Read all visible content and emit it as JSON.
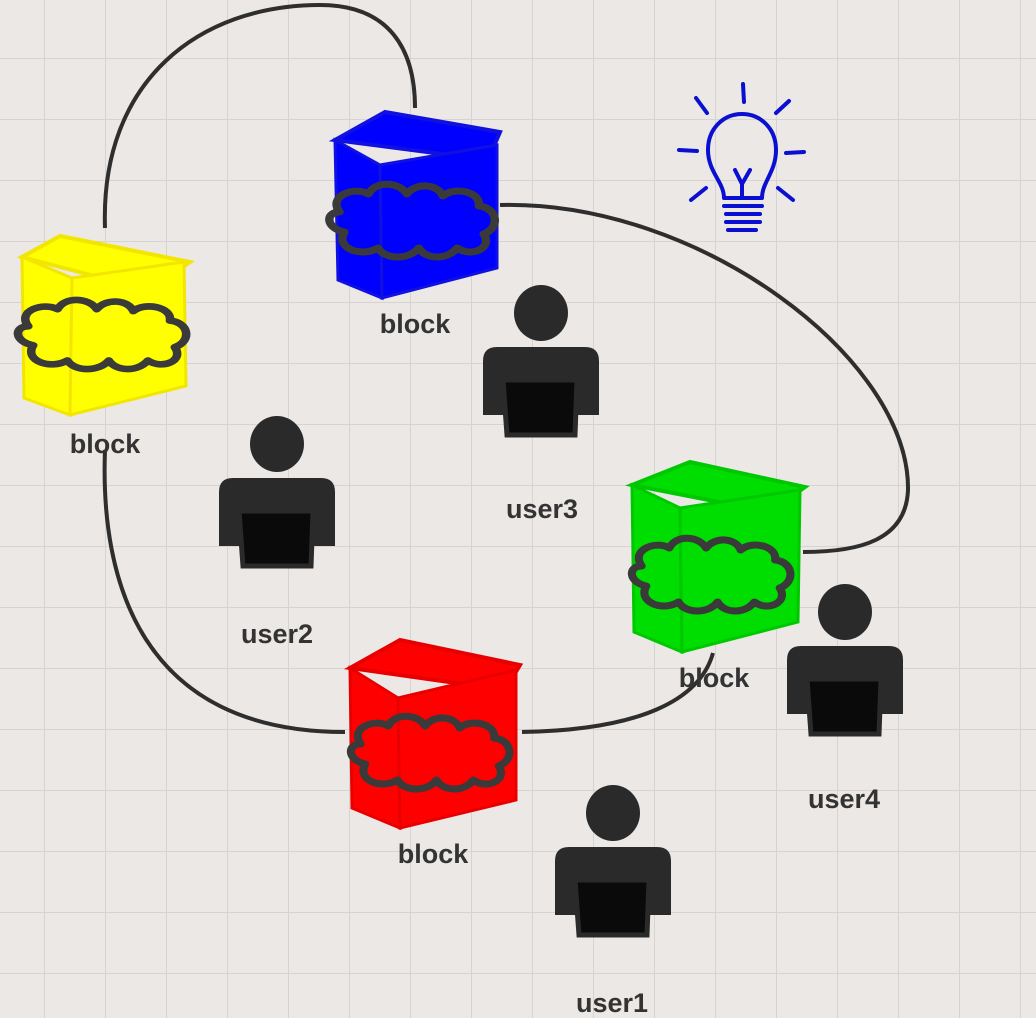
{
  "colors": {
    "background": "#ebe8e5",
    "grid": "#d6d3d0",
    "connector": "#2e2e2e",
    "user": "#2a2a2a",
    "bulb": "#0a0fd1"
  },
  "icons": [
    "cube-icon",
    "cloud-icon",
    "user-icon",
    "lightbulb-icon"
  ],
  "blocks": [
    {
      "label": "block",
      "color": "#ffff00",
      "color_dark": "#d9d900"
    },
    {
      "label": "block",
      "color": "#0000ff",
      "color_dark": "#0000c8"
    },
    {
      "label": "block",
      "color": "#00dd00",
      "color_dark": "#00b400"
    },
    {
      "label": "block",
      "color": "#ff0000",
      "color_dark": "#d00000"
    }
  ],
  "users": [
    {
      "label": "user1"
    },
    {
      "label": "user2"
    },
    {
      "label": "user3"
    },
    {
      "label": "user4"
    }
  ]
}
